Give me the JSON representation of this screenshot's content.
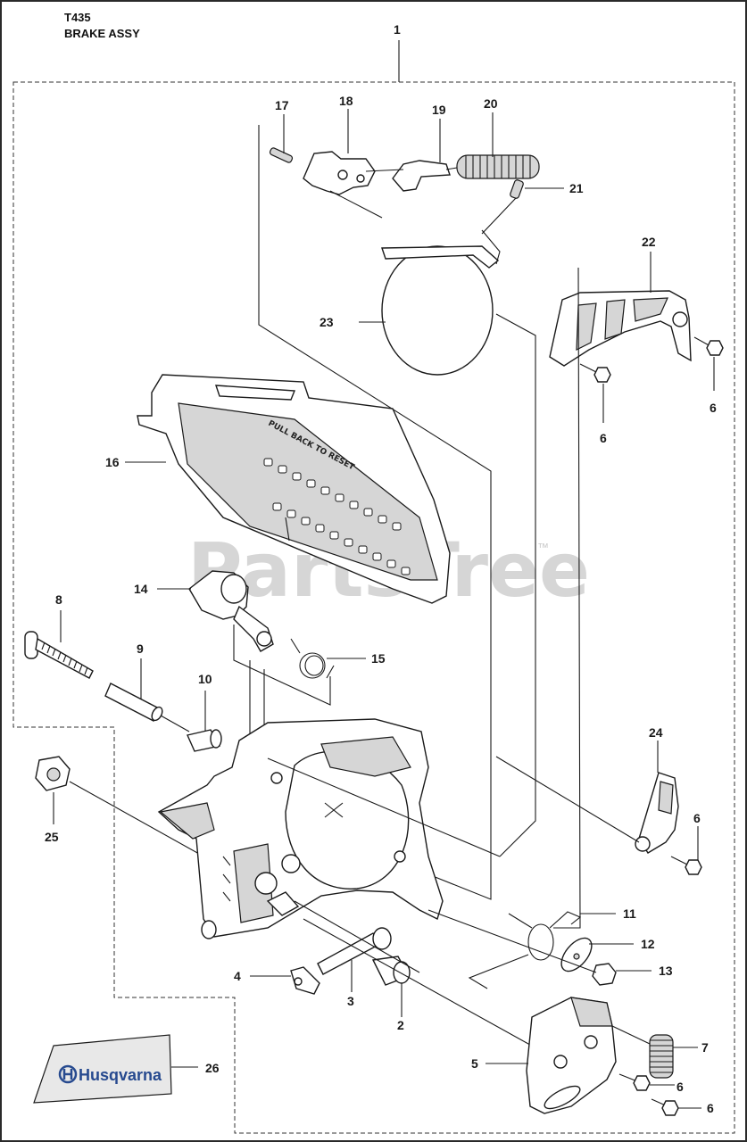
{
  "header": {
    "model": "T435",
    "assembly": "BRAKE ASSY"
  },
  "watermark": {
    "text": "PartsTree",
    "tm": "™"
  },
  "logo": {
    "brand": "Husqvarna"
  },
  "callouts": {
    "c1": "1",
    "c2": "2",
    "c3": "3",
    "c4": "4",
    "c5": "5",
    "c6a": "6",
    "c6b": "6",
    "c6c": "6",
    "c6d": "6",
    "c6e": "6",
    "c7": "7",
    "c8": "8",
    "c9": "9",
    "c10": "10",
    "c11": "11",
    "c12": "12",
    "c13": "13",
    "c14": "14",
    "c15": "15",
    "c16": "16",
    "c17": "17",
    "c18": "18",
    "c19": "19",
    "c20": "20",
    "c21": "21",
    "c22": "22",
    "c23": "23",
    "c24": "24",
    "c25": "25",
    "c26": "26"
  }
}
